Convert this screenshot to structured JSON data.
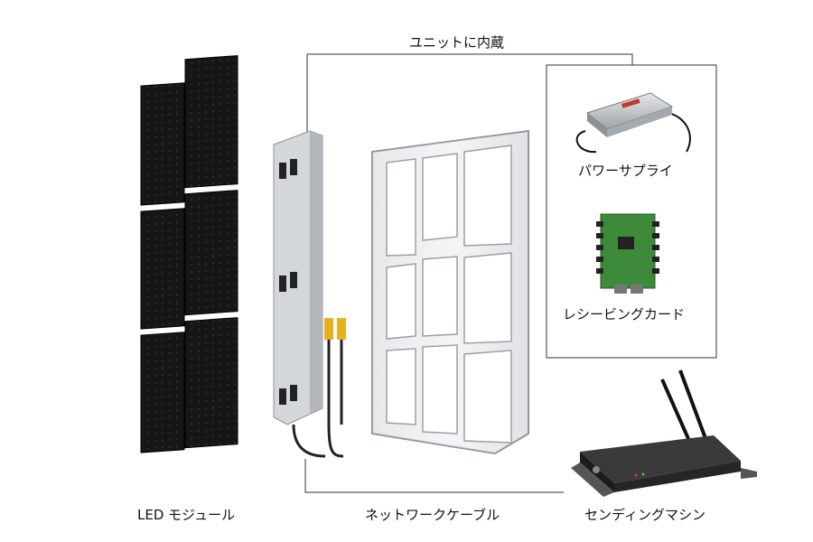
{
  "labels": {
    "built_in": "ユニットに内蔵",
    "power_supply": "パワーサプライ",
    "receiving_card": "レシービングカード",
    "led_module": "LED モジュール",
    "network_cable": "ネットワークケーブル",
    "sending_machine": "センディングマシン"
  },
  "colors": {
    "panel": "#141414",
    "frame": "#c9ccd0",
    "frame_edge": "#8e9297",
    "pcb": "#3c8a3a",
    "box": "#2b2b2b"
  }
}
